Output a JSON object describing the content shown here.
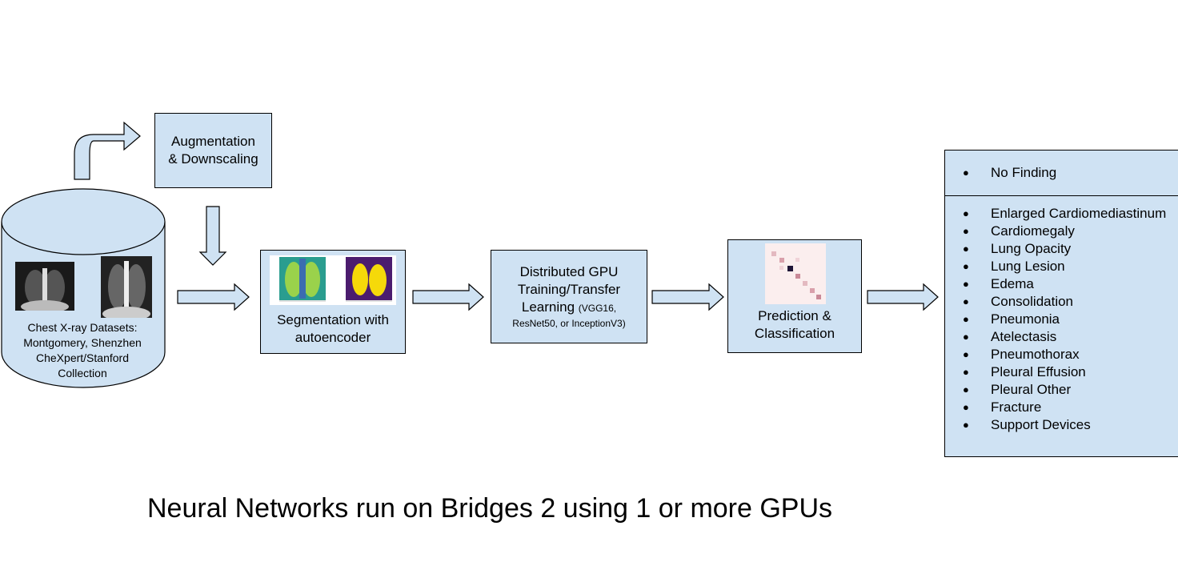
{
  "dataset": {
    "line1": "Chest X-ray Datasets:",
    "line2": "Montgomery, Shenzhen",
    "line3": "CheXpert/Stanford",
    "line4": "Collection"
  },
  "augmentation": {
    "line1": "Augmentation",
    "line2": "& Downscaling"
  },
  "segmentation": {
    "line1": "Segmentation with",
    "line2": "autoencoder"
  },
  "training": {
    "line1": "Distributed GPU",
    "line2": "Training/Transfer",
    "line3": "Learning",
    "line3_small": "(VGG16,",
    "line4": "ResNet50, or InceptionV3)"
  },
  "prediction": {
    "line1": "Prediction &",
    "line2": "Classification"
  },
  "classes": {
    "first": "No Finding",
    "items": [
      "Enlarged Cardiomediastinum",
      "Cardiomegaly",
      "Lung Opacity",
      "Lung Lesion",
      "Edema",
      "Consolidation",
      "Pneumonia",
      "Atelectasis",
      "Pneumothorax",
      "Pleural Effusion",
      "Pleural Other",
      "Fracture",
      "Support Devices"
    ]
  },
  "caption": "Neural Networks run on Bridges 2 using 1 or more GPUs",
  "colors": {
    "fill": "#cfe2f3",
    "stroke": "#000000"
  }
}
